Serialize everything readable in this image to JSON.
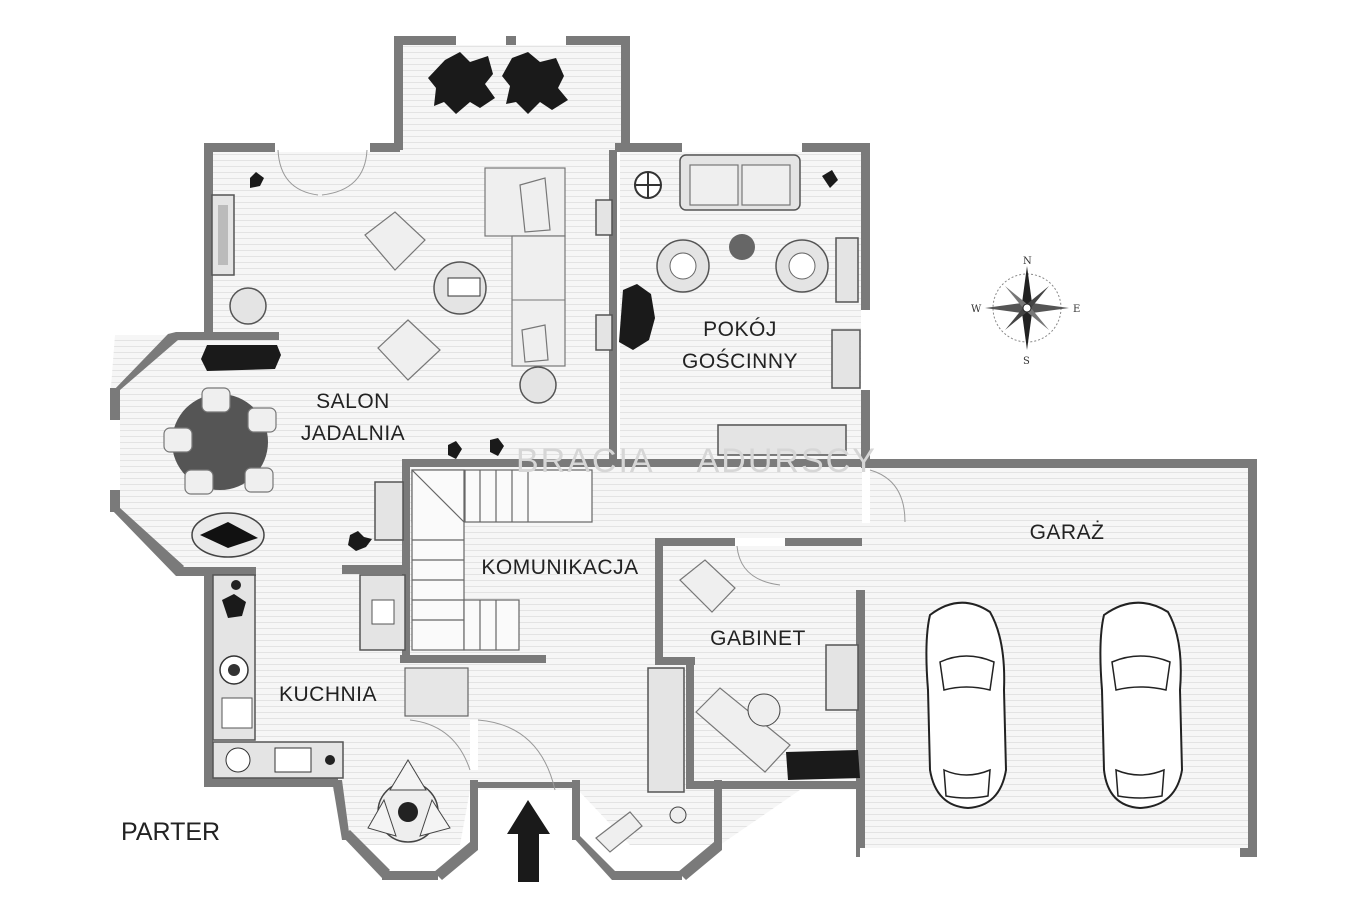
{
  "floor_label": "PARTER",
  "watermark": "BRACIA    ADURSCY",
  "rooms": {
    "salon": [
      "SALON",
      "JADALNIA"
    ],
    "pokoj": [
      "POKÓJ",
      "GOŚCINNY"
    ],
    "komunikacja": "KOMUNIKACJA",
    "gabinet": "GABINET",
    "kuchnia": "KUCHNIA",
    "garaz": "GARAŻ"
  },
  "compass": {
    "n": "N",
    "e": "E",
    "s": "S",
    "w": "W"
  },
  "colors": {
    "wall": "#7a7a7a",
    "floor": "#f4f4f4",
    "stripe": "#e6e6e6",
    "plant": "#1a1a1a"
  },
  "icons": [
    "entrance-arrow-icon",
    "compass-rose-icon",
    "car-icon",
    "plant-icon",
    "sofa-icon",
    "chair-icon",
    "table-icon"
  ]
}
